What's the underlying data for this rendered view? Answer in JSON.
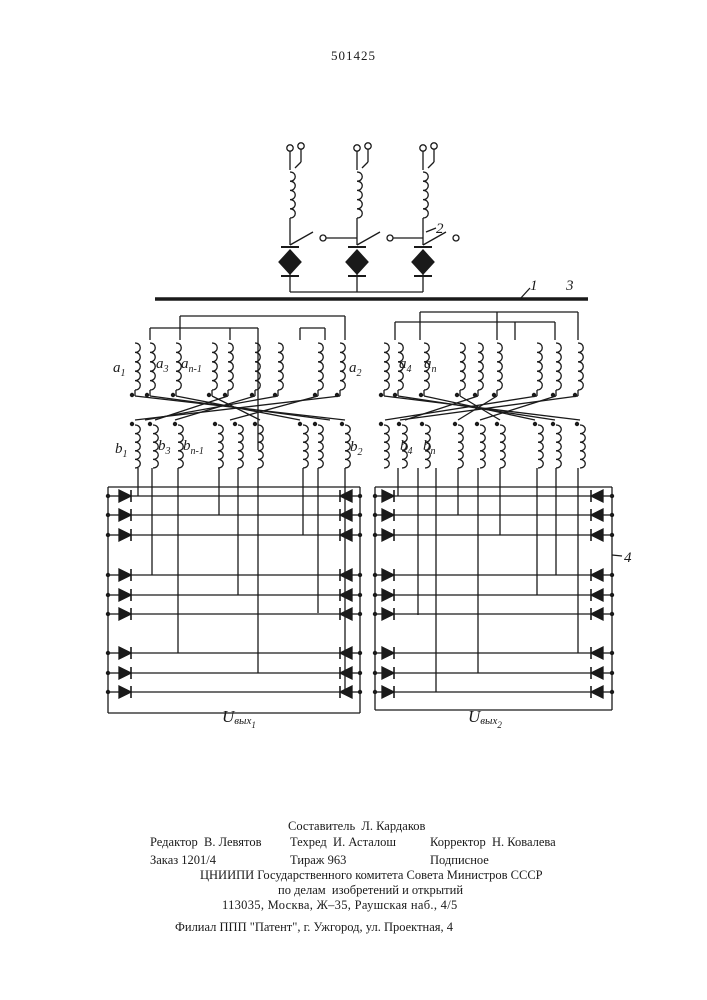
{
  "document": {
    "page_number": "501425"
  },
  "diagram": {
    "labels": {
      "a1": "a",
      "a1_sub": "1",
      "a3": "a",
      "a3_sub": "3",
      "an1": "a",
      "an1_sub": "n-1",
      "a2": "a",
      "a2_sub": "2",
      "a4": "a",
      "a4_sub": "4",
      "an": "a",
      "an_sub": "n",
      "b1": "b",
      "b1_sub": "1",
      "b3": "b",
      "b3_sub": "3",
      "bn1": "b",
      "bn1_sub": "n-1",
      "b2": "b",
      "b2_sub": "2",
      "b4": "b",
      "b4_sub": "4",
      "bn": "b",
      "bn_sub": "n",
      "uout1": "U",
      "uout1_sub": "вых",
      "uout1_idx": "1",
      "uout2": "U",
      "uout2_sub": "вых",
      "uout2_idx": "2"
    },
    "callouts": [
      "1",
      "2",
      "3",
      "4"
    ]
  },
  "imprint": {
    "compiler": "Составитель  Л. Кардаков",
    "editor": "Редактор  В. Левятов",
    "techred": "Техред  И. Асталош",
    "corrector": "Корректор  Н. Ковалева",
    "order": "Заказ 1201/4",
    "circulation": "Тираж 963",
    "subscription": "Подписное",
    "org_line1": "ЦНИИПИ Государственного комитета Совета Министров СССР",
    "org_line2": "по делам  изобретений и открытий",
    "address": "113035, Москва, Ж–35, Раушская наб., 4/5",
    "branch": "Филиал ППП \"Патент\", г. Ужгород, ул. Проектная, 4"
  }
}
